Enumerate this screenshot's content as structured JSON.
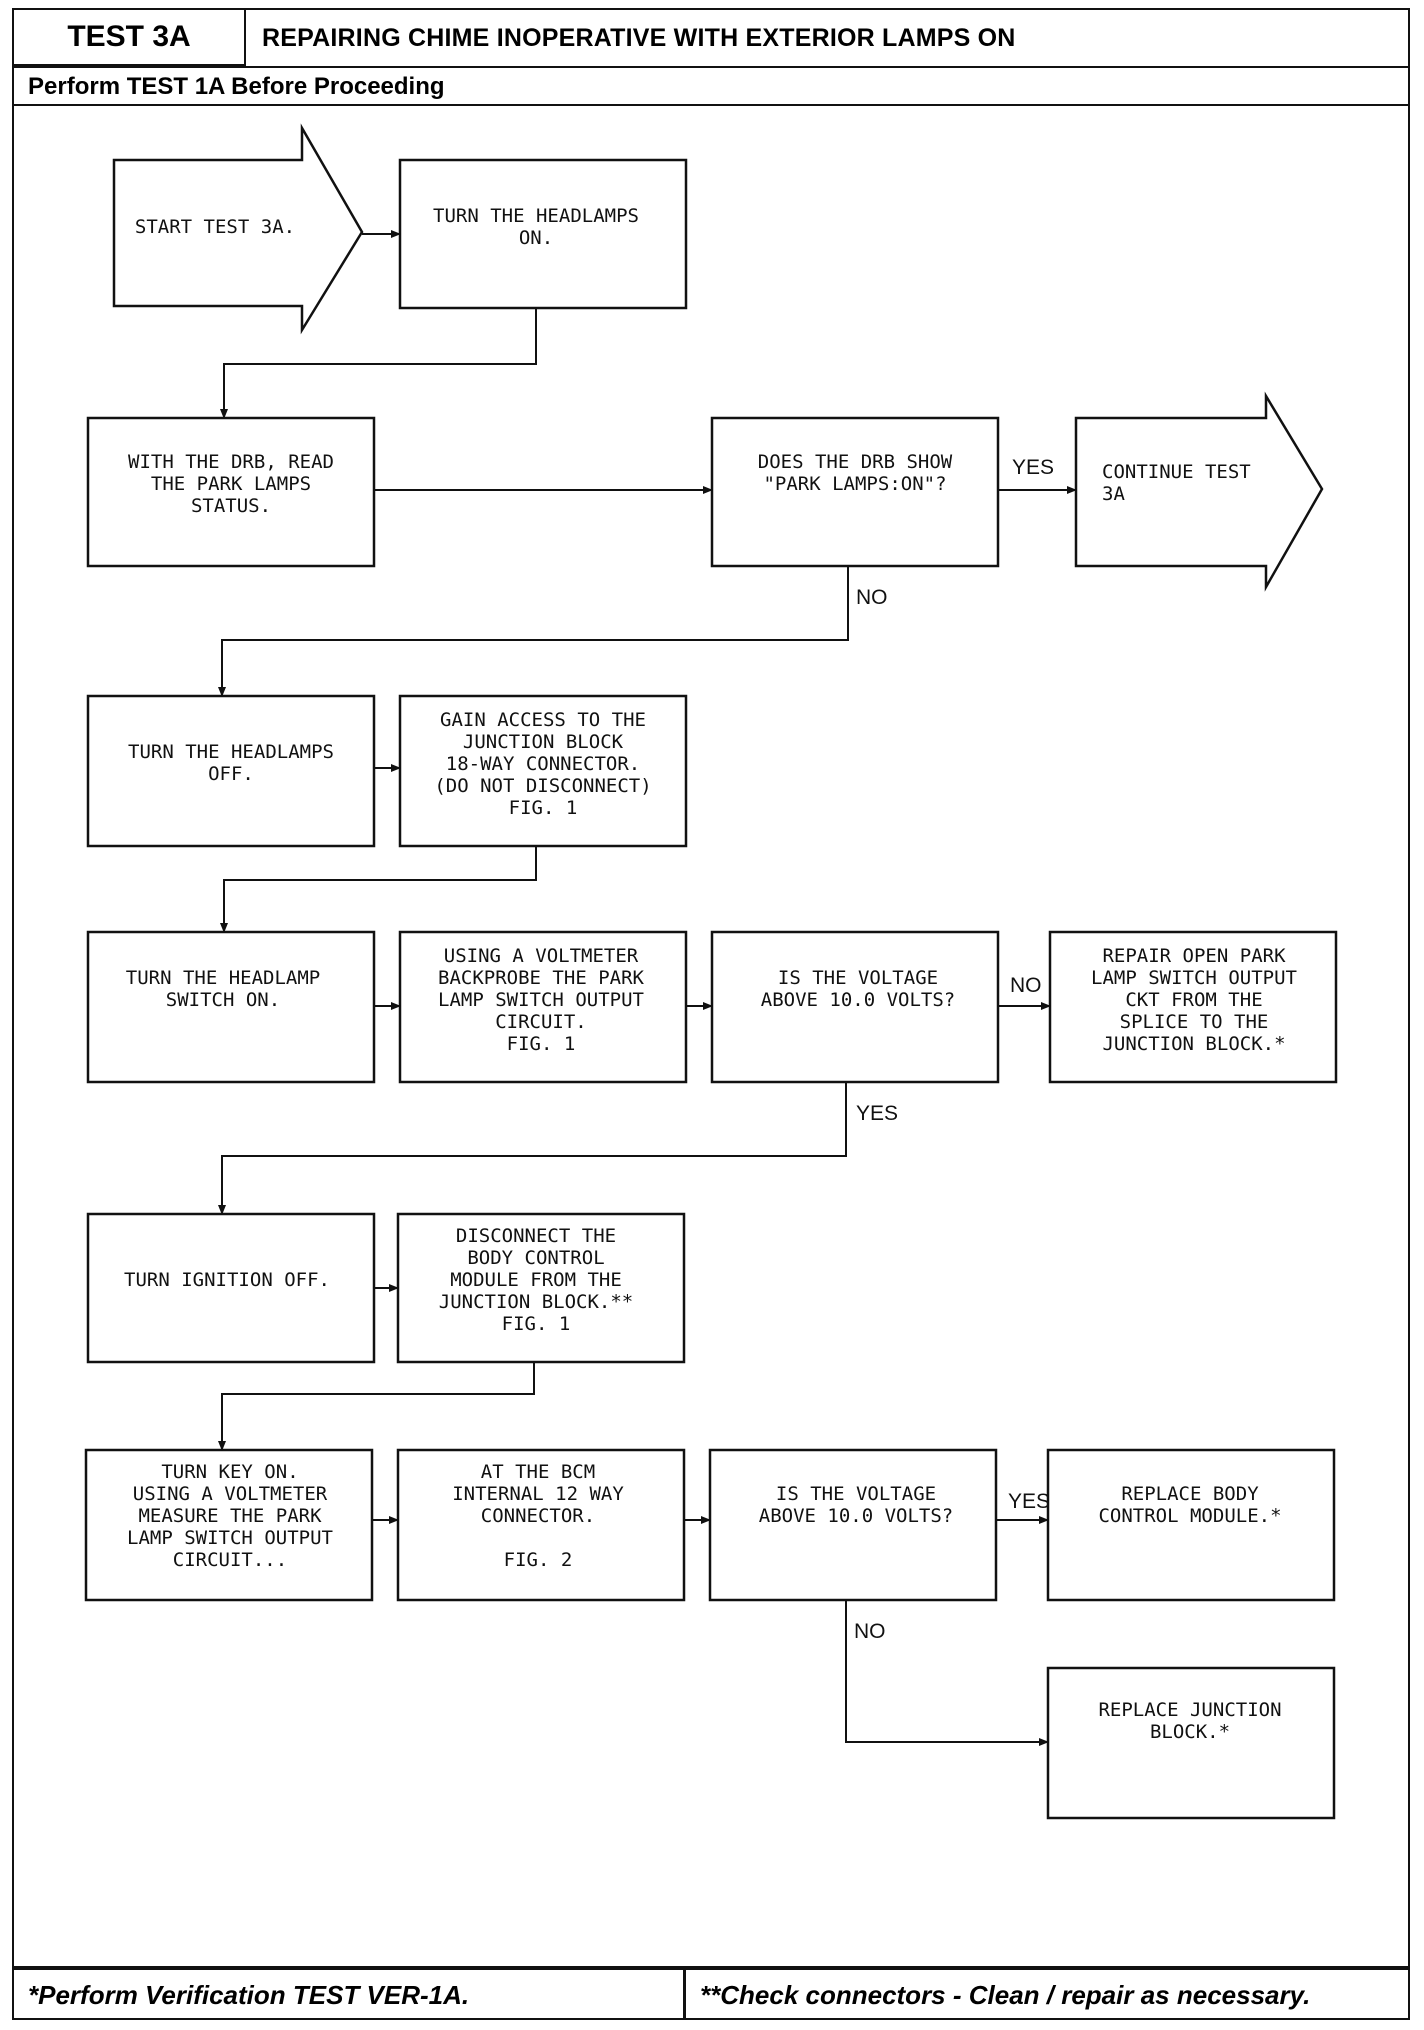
{
  "header": {
    "test_id": "TEST 3A",
    "title": "REPAIRING CHIME INOPERATIVE WITH EXTERIOR LAMPS ON",
    "perform": "Perform TEST 1A Before Proceeding"
  },
  "footer": {
    "left": "*Perform Verification TEST VER-1A.",
    "right": "**Check connectors - Clean / repair as necessary."
  },
  "labels": {
    "yes": "YES",
    "no": "NO"
  },
  "boxes": {
    "start": [
      "START TEST 3A."
    ],
    "headlamps_on": [
      "TURN THE HEADLAMPS",
      "ON."
    ],
    "read_park": [
      "WITH THE DRB, READ",
      "THE PARK LAMPS",
      "STATUS."
    ],
    "drb_show": [
      "DOES THE DRB SHOW",
      "\"PARK LAMPS:ON\"?"
    ],
    "continue": [
      "CONTINUE TEST",
      "3A"
    ],
    "headlamps_off": [
      "TURN THE HEADLAMPS",
      "OFF."
    ],
    "gain_access": [
      "GAIN ACCESS TO THE",
      "JUNCTION BLOCK",
      "18-WAY CONNECTOR.",
      "(DO NOT DISCONNECT)",
      "FIG. 1"
    ],
    "switch_on": [
      "TURN THE HEADLAMP",
      "SWITCH ON."
    ],
    "backprobe": [
      "USING A VOLTMETER",
      "BACKPROBE THE PARK",
      "LAMP SWITCH OUTPUT",
      "CIRCUIT.",
      "FIG. 1"
    ],
    "voltage1": [
      "IS THE VOLTAGE",
      "ABOVE 10.0 VOLTS?"
    ],
    "repair_open": [
      "REPAIR OPEN PARK",
      "LAMP SWITCH OUTPUT",
      "CKT FROM THE",
      "SPLICE TO THE",
      "JUNCTION BLOCK.*"
    ],
    "ignition_off": [
      "TURN IGNITION OFF."
    ],
    "disconnect_bcm": [
      "DISCONNECT THE",
      "BODY CONTROL",
      "MODULE FROM THE",
      "JUNCTION BLOCK.**",
      "FIG. 1"
    ],
    "key_on": [
      "TURN KEY ON.",
      "USING A VOLTMETER",
      "MEASURE THE PARK",
      "LAMP SWITCH OUTPUT",
      "CIRCUIT..."
    ],
    "bcm_connector": [
      "AT THE BCM",
      "INTERNAL 12 WAY",
      "CONNECTOR.",
      "",
      "FIG. 2"
    ],
    "voltage2": [
      "IS THE VOLTAGE",
      "ABOVE 10.0 VOLTS?"
    ],
    "replace_bcm": [
      "REPLACE BODY",
      "CONTROL MODULE.*"
    ],
    "replace_jb": [
      "REPLACE JUNCTION",
      "BLOCK.*"
    ]
  }
}
